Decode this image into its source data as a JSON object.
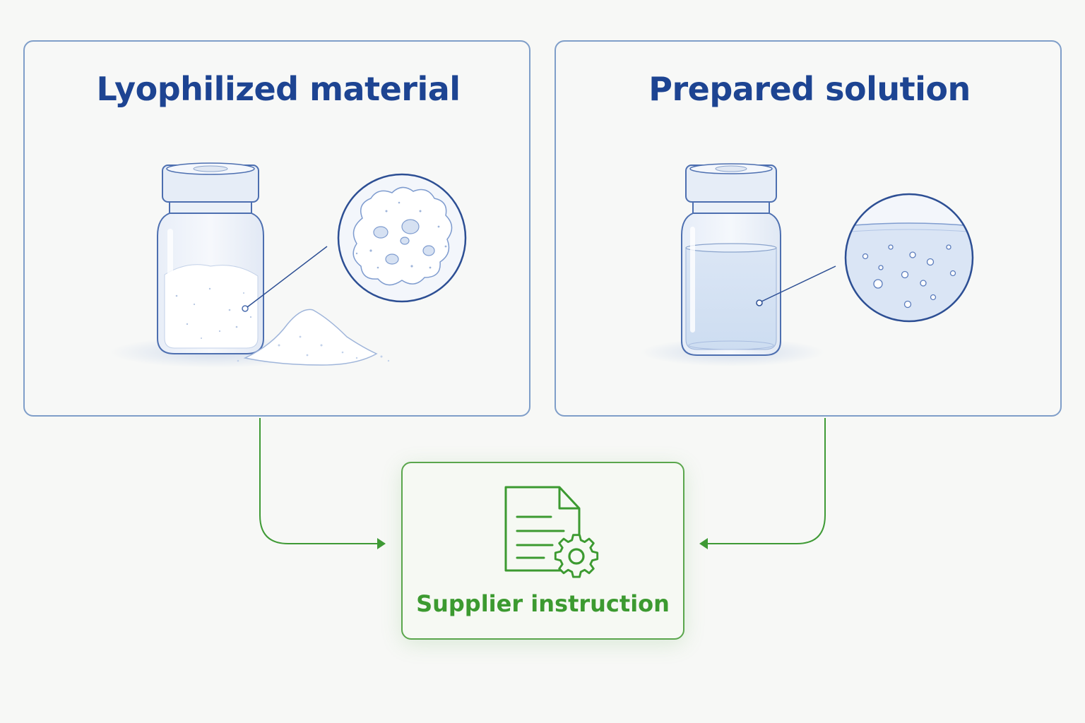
{
  "panels": {
    "left": {
      "title": "Lyophilized material"
    },
    "right": {
      "title": "Prepared solution"
    }
  },
  "target": {
    "label": "Supplier instruction"
  },
  "icons": {
    "left_vial": "vial-with-powder-icon",
    "left_magnifier": "powder-magnified-icon",
    "right_vial": "vial-with-liquid-icon",
    "right_magnifier": "liquid-magnified-icon",
    "target": "document-gear-icon"
  },
  "colors": {
    "panel_border": "#7f9ec9",
    "title": "#1d4492",
    "target_accent": "#3c9a30"
  }
}
